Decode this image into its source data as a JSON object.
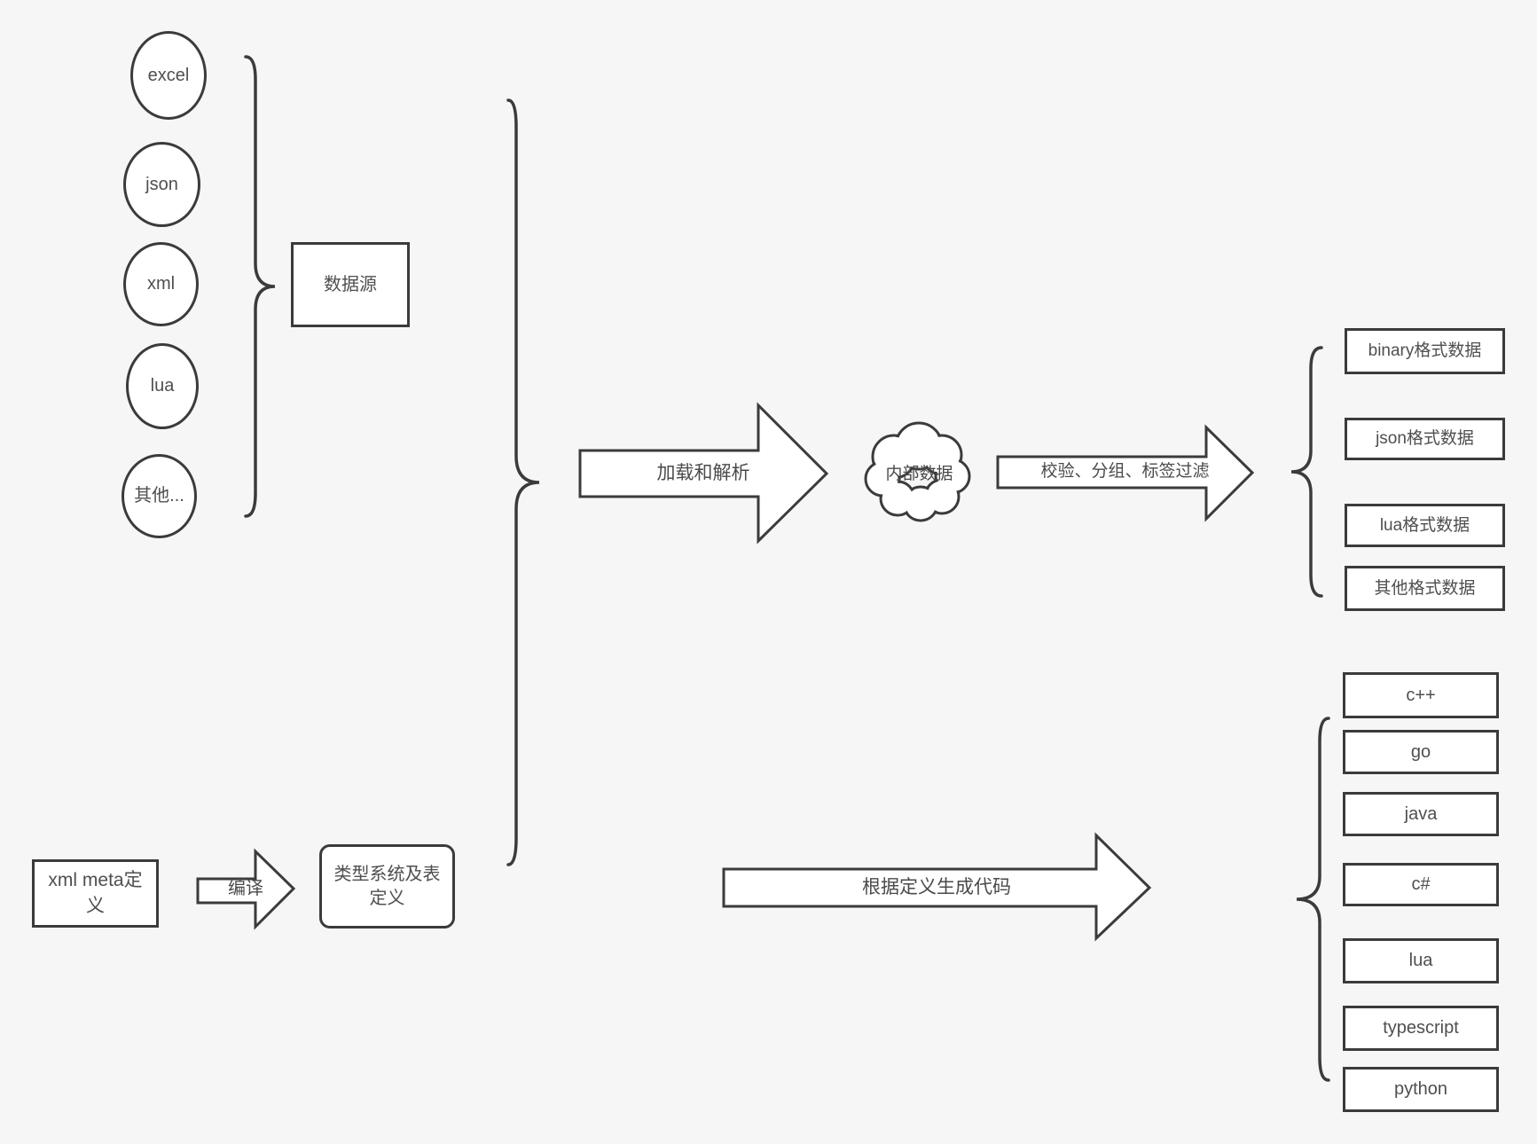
{
  "diagram": {
    "sources": [
      "excel",
      "json",
      "xml",
      "lua",
      "其他..."
    ],
    "source_group_label": "数据源",
    "load_arrow_label": "加载和解析",
    "internal_data_label": "内部数据",
    "filter_arrow_label": "校验、分组、标签过滤",
    "data_outputs": [
      "binary格式数据",
      "json格式数据",
      "lua格式数据",
      "其他格式数据"
    ],
    "meta_box_label": "xml meta定义",
    "compile_arrow_label": "编译",
    "type_system_label": "类型系统及表定义",
    "codegen_arrow_label": "根据定义生成代码",
    "languages": [
      "c++",
      "go",
      "java",
      "c#",
      "lua",
      "typescript",
      "python"
    ]
  },
  "colors": {
    "background": "#f5f6f5",
    "stroke": "#3b3b3b",
    "shape_fill": "#ffffff",
    "text": "#4f4f4f"
  }
}
